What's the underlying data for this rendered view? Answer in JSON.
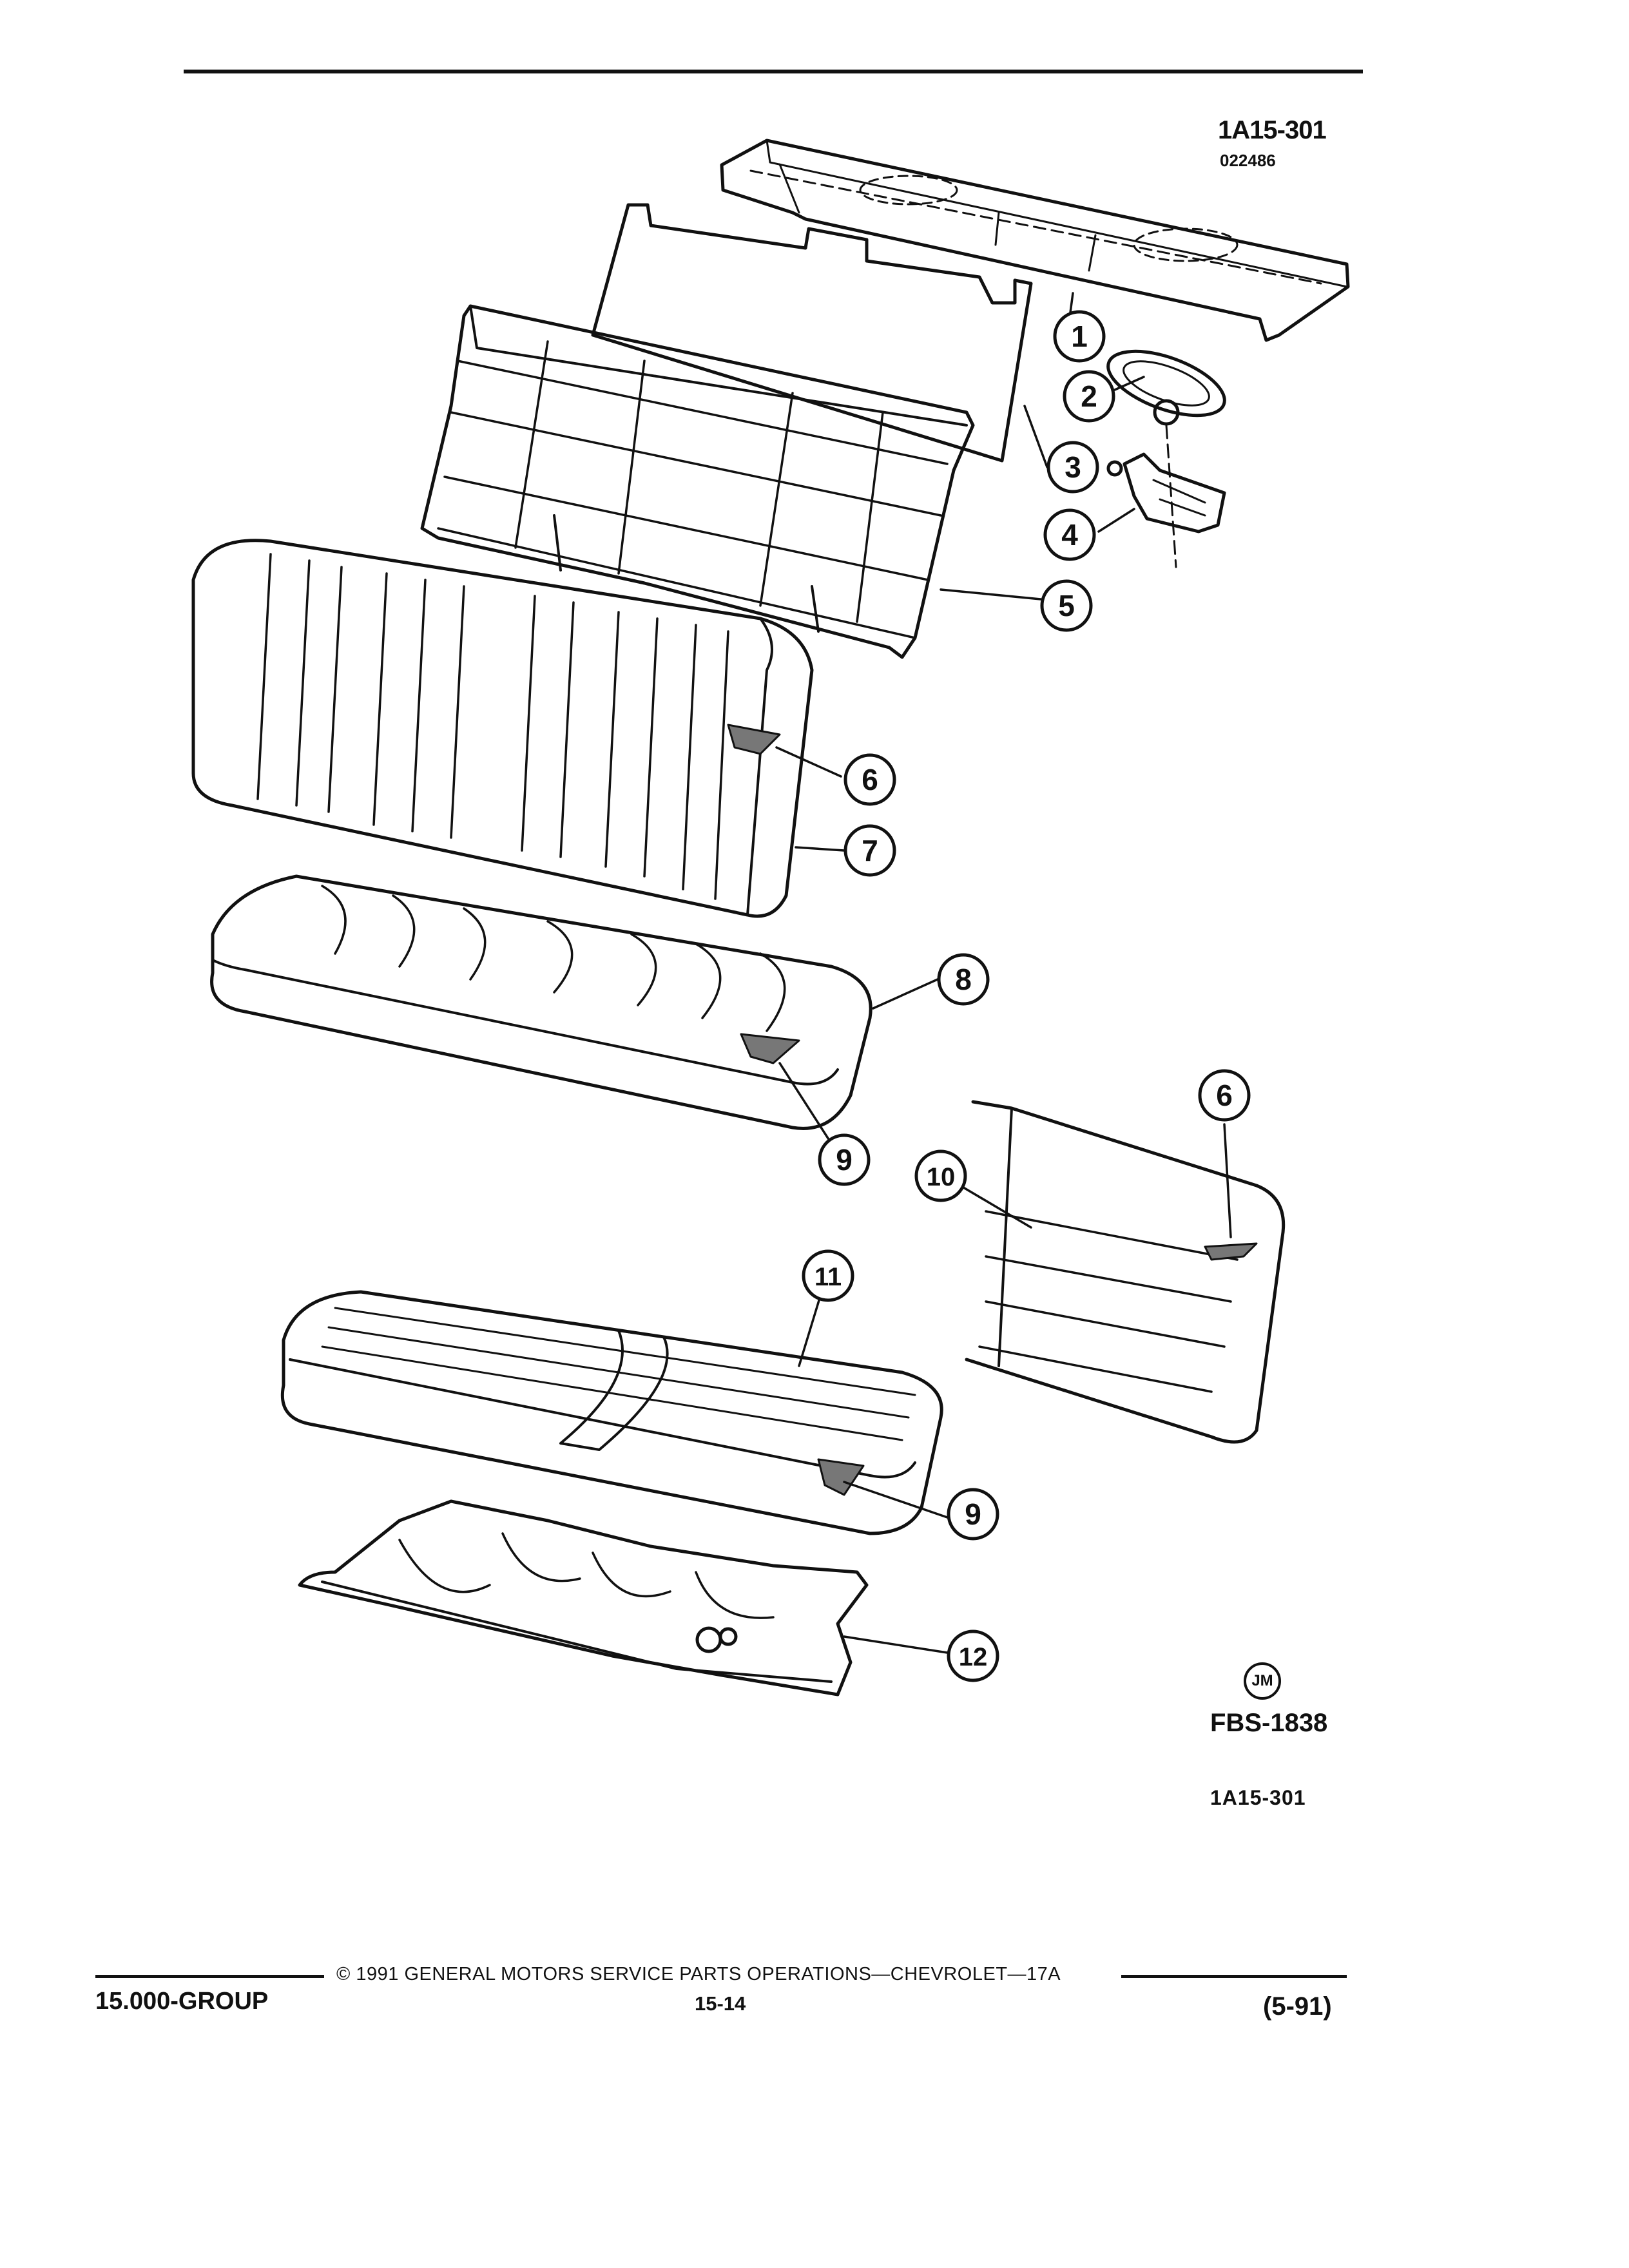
{
  "header": {
    "ref_code": "1A15-301",
    "ref_sub": "022486"
  },
  "callouts": [
    {
      "id": "callout-1",
      "label": "1"
    },
    {
      "id": "callout-2",
      "label": "2"
    },
    {
      "id": "callout-3",
      "label": "3"
    },
    {
      "id": "callout-4",
      "label": "4"
    },
    {
      "id": "callout-5",
      "label": "5"
    },
    {
      "id": "callout-6a",
      "label": "6"
    },
    {
      "id": "callout-7",
      "label": "7"
    },
    {
      "id": "callout-8",
      "label": "8"
    },
    {
      "id": "callout-9a",
      "label": "9"
    },
    {
      "id": "callout-6b",
      "label": "6"
    },
    {
      "id": "callout-10",
      "label": "10"
    },
    {
      "id": "callout-11",
      "label": "11"
    },
    {
      "id": "callout-9b",
      "label": "9"
    },
    {
      "id": "callout-12",
      "label": "12"
    }
  ],
  "stamp": {
    "artist_mark": "JM",
    "drawing_id": "FBS-1838",
    "ref_code_lower": "1A15-301"
  },
  "footer": {
    "group": "15.000-GROUP",
    "copyright": "© 1991 GENERAL MOTORS SERVICE PARTS OPERATIONS—CHEVROLET—17A",
    "page": "15-14",
    "date": "(5-91)"
  }
}
